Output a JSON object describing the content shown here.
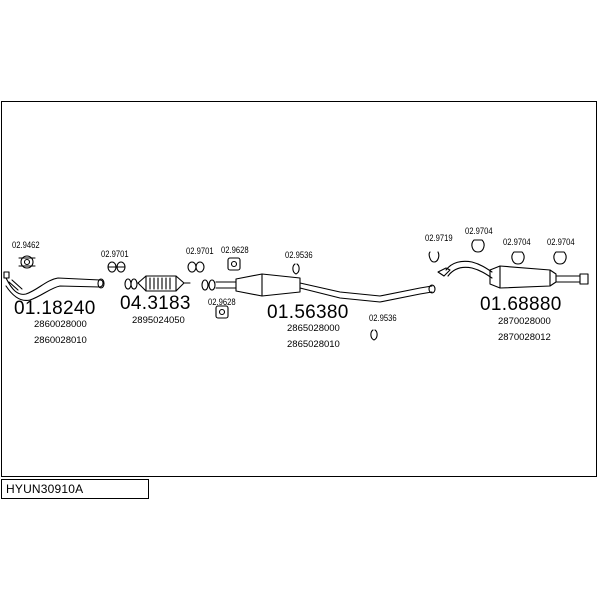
{
  "diagram_code": "HYUN30910A",
  "assemblies": [
    {
      "number": "01.18240",
      "parts": [
        "2860028000",
        "2860028010"
      ]
    },
    {
      "number": "04.3183",
      "parts": [
        "2895024050"
      ]
    },
    {
      "number": "01.56380",
      "parts": [
        "2865028000",
        "2865028010"
      ]
    },
    {
      "number": "01.68880",
      "parts": [
        "2870028000",
        "2870028012"
      ]
    }
  ],
  "fittings": [
    {
      "code": "02.9462"
    },
    {
      "code": "02.9701"
    },
    {
      "code": "02.9701"
    },
    {
      "code": "02.9628"
    },
    {
      "code": "02.9628"
    },
    {
      "code": "02.9536"
    },
    {
      "code": "02.9536"
    },
    {
      "code": "02.9719"
    },
    {
      "code": "02.9704"
    },
    {
      "code": "02.9704"
    },
    {
      "code": "02.9704"
    }
  ]
}
